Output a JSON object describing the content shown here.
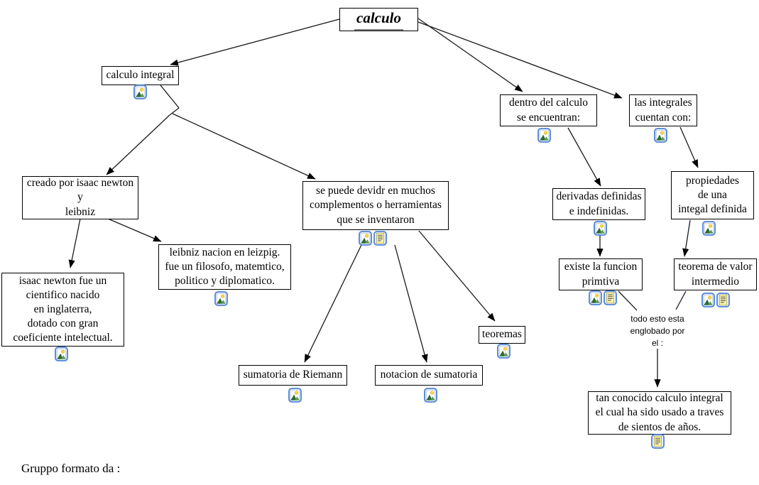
{
  "nodes": {
    "calculo": "calculo",
    "calculo_integral": "calculo integral",
    "dentro_del_calculo": "dentro del calculo\nse encuentran:",
    "las_integrales": "las integrales\ncuentan con:",
    "creado_por": "creado por isaac newton\ny\nleibniz",
    "se_puede_dividir": "se puede devidr en muchos\ncomplementos o herramientas\nque se inventaron",
    "leibniz_nacio": "leibniz nacion en leizpig.\nfue un filosofo, matemtico,\npolitico y diplomatico.",
    "isaac_newton": "isaac newton fue un\ncientifico nacido\nen inglaterra,\ndotado con gran\ncoeficiente intelectual.",
    "derivadas": "derivadas definidas\ne indefinidas.",
    "propiedades": "propiedades\nde una\nintegal definida",
    "existe_funcion": "existe la funcion\nprimtiva",
    "teorema_valor": "teorema de valor\nintermedio",
    "sumatoria_riemann": "sumatoria de Riemann",
    "notacion_sumatoria": "notacion de sumatoria",
    "teoremas": "teoremas",
    "tan_conocido": "tan conocido calculo integral\nel cual ha sido usado a traves\nde sientos de años."
  },
  "linking_label": "todo esto esta\nenglobado por\nel :",
  "footer": "Gruppo formato da :",
  "icons": {
    "image": "image-resource-icon",
    "document": "text-resource-icon"
  },
  "colors": {
    "background": "#ffffff",
    "box_border": "#000000",
    "line": "#1a1a1a",
    "icon_border": "#4d82d6",
    "icon_fill": "#e8f0fb",
    "doc_page": "#fdf6af",
    "title_underline": "#818181"
  }
}
